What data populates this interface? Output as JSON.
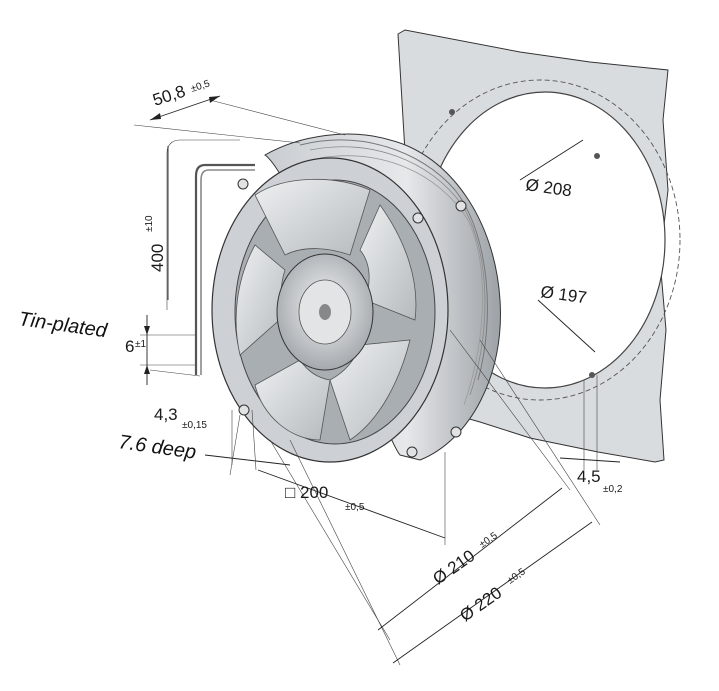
{
  "labels": {
    "depth_total": "50,8",
    "depth_total_tol": "±0,5",
    "lead_length": "400",
    "lead_length_tol": "±10",
    "strip_length": "6",
    "strip_length_tol": "±1",
    "tin_plated": "Tin-plated",
    "flange_depth": "4,3",
    "flange_depth_tol": "±0,15",
    "deep_note": "7.6 deep",
    "square_size": "□ 200",
    "square_size_tol": "±0,5",
    "dia_210": "Ø 210",
    "dia_210_tol": "±0,5",
    "dia_220": "Ø 220",
    "dia_220_tol": "±0,5",
    "dia_208": "Ø 208",
    "dia_197": "Ø 197",
    "hole_offset": "4,5",
    "hole_offset_tol": "±0,2"
  },
  "colors": {
    "panel": "#d9dcdf",
    "fan_light": "#e4e6e8",
    "fan_mid": "#b9bdc1",
    "fan_dark": "#7d8287",
    "outline": "#333333"
  }
}
